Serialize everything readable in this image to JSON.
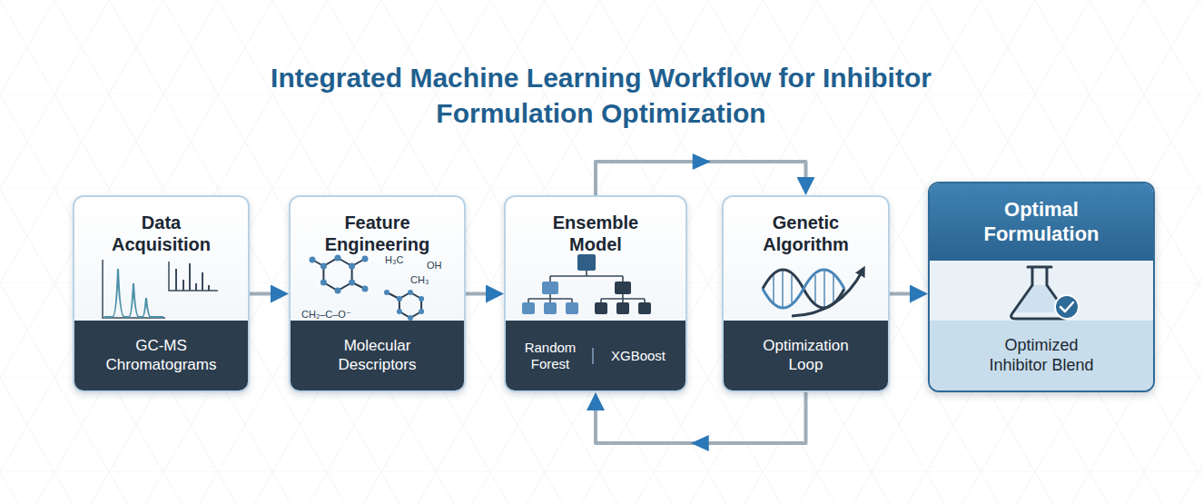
{
  "diagram": {
    "title": "Integrated Machine Learning Workflow for Inhibitor Formulation Optimization",
    "nodes": [
      {
        "text": [
          "Data Acquisition",
          "GC-MS Chromatograms"
        ]
      },
      {
        "text": [
          "Feature Engineering",
          "Molecular Descriptors"
        ]
      },
      {
        "text": [
          "Ensemble Model",
          "Random Forest",
          "XGBoost"
        ]
      },
      {
        "text": [
          "Genetic Algorithm",
          "Optimization Loop"
        ]
      },
      {
        "text": [
          "Optimal Formulation",
          "Optimized Inhibitor Blend"
        ]
      }
    ],
    "edges": [
      {
        "from": 0,
        "to": 1,
        "arrow": "to"
      },
      {
        "from": 1,
        "to": 2,
        "arrow": "to"
      },
      {
        "from": 2,
        "to": 3,
        "arrow": "to"
      },
      {
        "from": 3,
        "to": 2,
        "arrow": "to"
      },
      {
        "from": 3,
        "to": 4,
        "arrow": "to"
      }
    ],
    "labels": [
      "H₃C",
      "OH",
      "CH₃",
      "CH₂–C–O⁻"
    ]
  }
}
